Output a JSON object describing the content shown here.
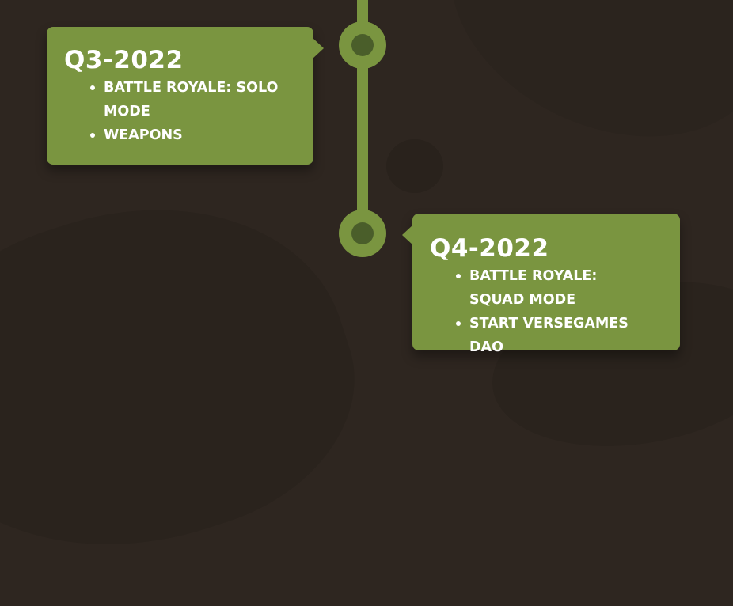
{
  "colors": {
    "background": "#2e2620",
    "accent": "#7a9540",
    "node_inner": "#4a5e2a",
    "text": "#ffffff"
  },
  "timeline": {
    "milestones": [
      {
        "title": "Q3-2022",
        "items": [
          "BATTLE ROYALE: SOLO MODE",
          "WEAPONS"
        ]
      },
      {
        "title": "Q4-2022",
        "items": [
          "BATTLE ROYALE: SQUAD MODE",
          "START VERSEGAMES DAO"
        ]
      }
    ]
  }
}
